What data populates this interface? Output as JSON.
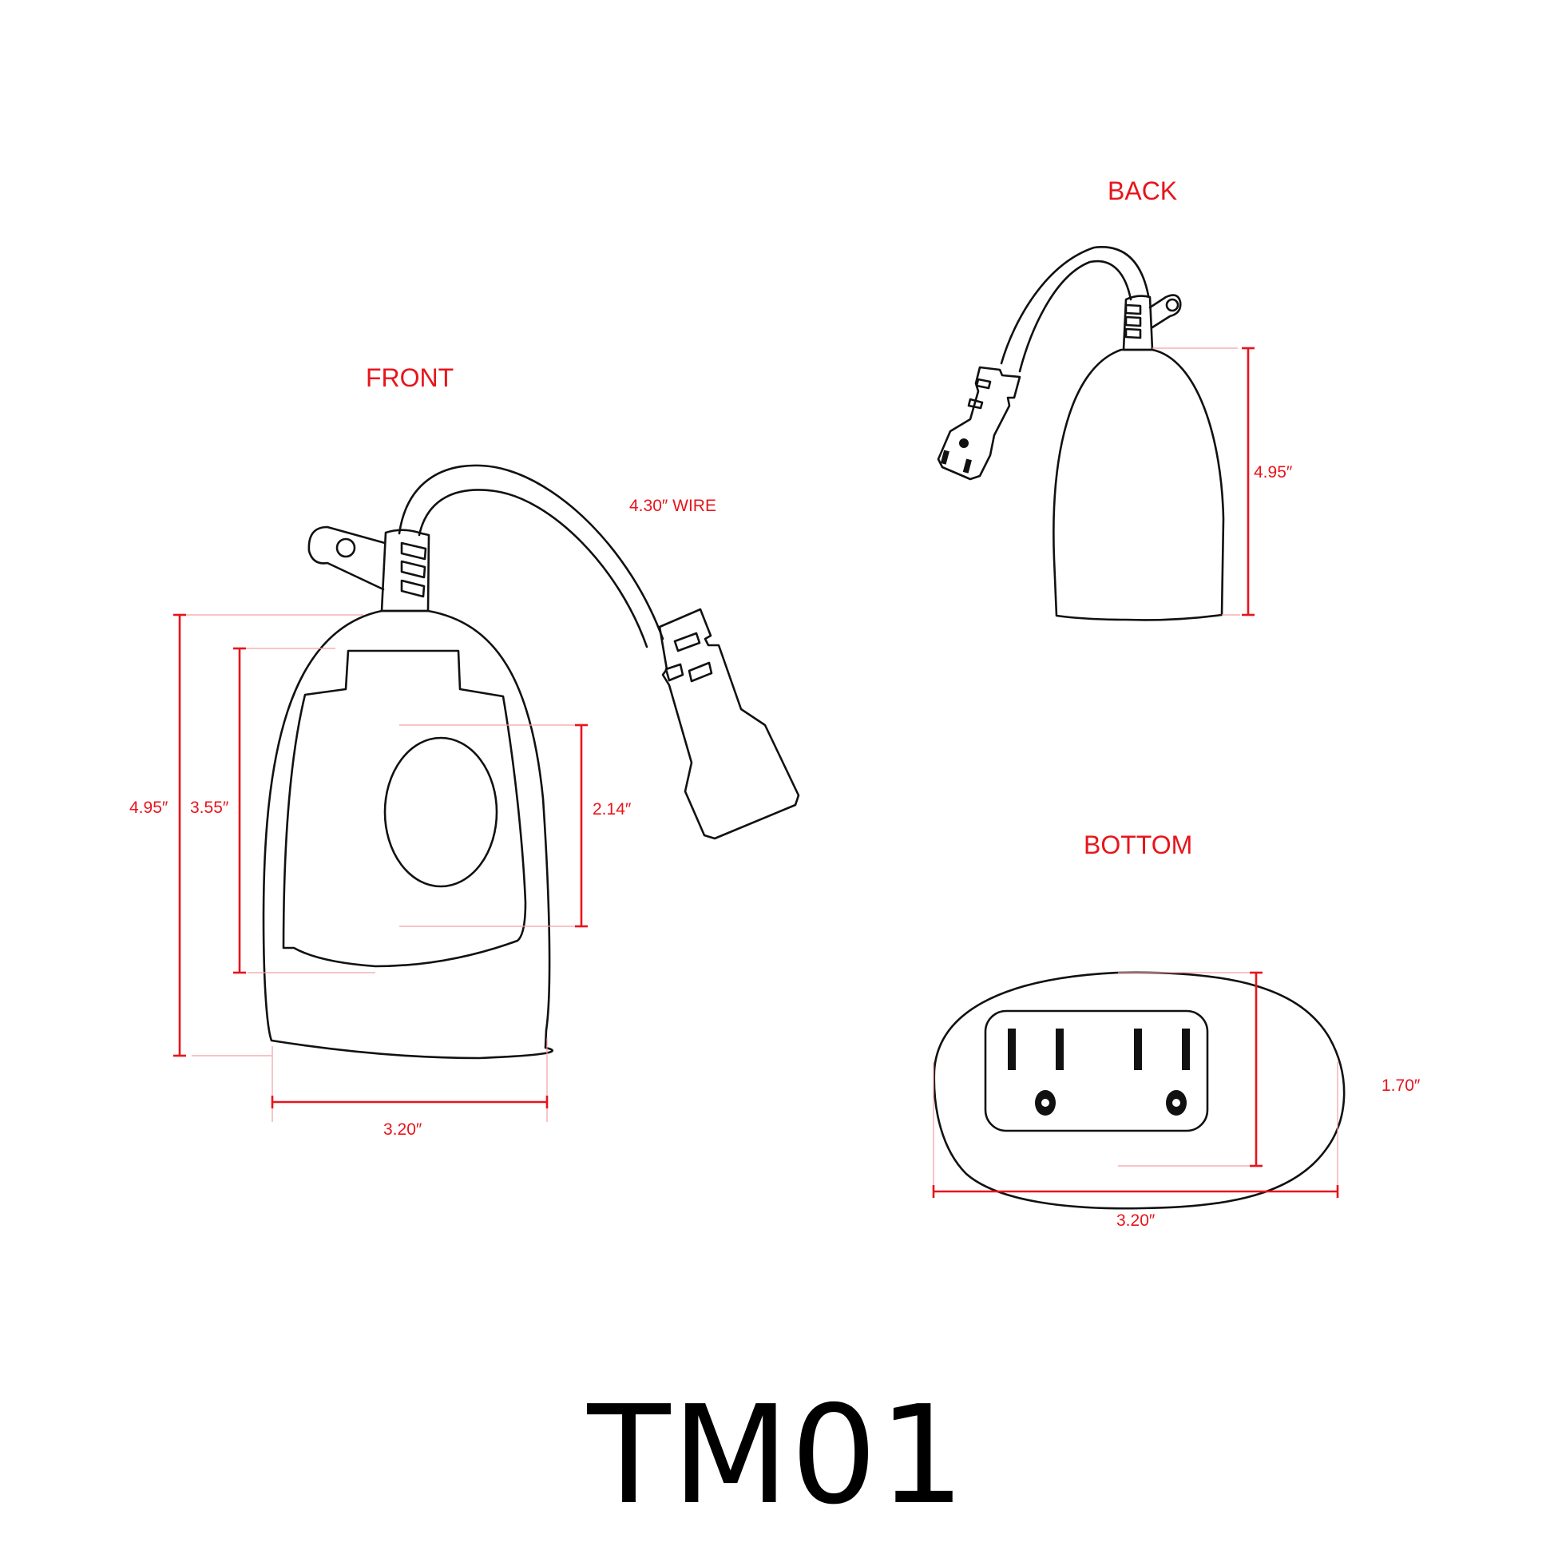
{
  "model": {
    "name": "TM01"
  },
  "colors": {
    "dimension": "#e8141b",
    "outline": "#111111",
    "extension": "#f4a0a3",
    "background": "#ffffff"
  },
  "views": {
    "front": {
      "title": "FRONT",
      "dimensions": {
        "overall_height": "4.95″",
        "panel_height": "3.55″",
        "dial_height": "2.14″",
        "width": "3.20″",
        "wire": "4.30″ WIRE"
      }
    },
    "back": {
      "title": "BACK",
      "dimensions": {
        "height": "4.95″"
      }
    },
    "bottom": {
      "title": "BOTTOM",
      "dimensions": {
        "depth": "1.70″",
        "width": "3.20″"
      },
      "outlets": 2
    }
  }
}
